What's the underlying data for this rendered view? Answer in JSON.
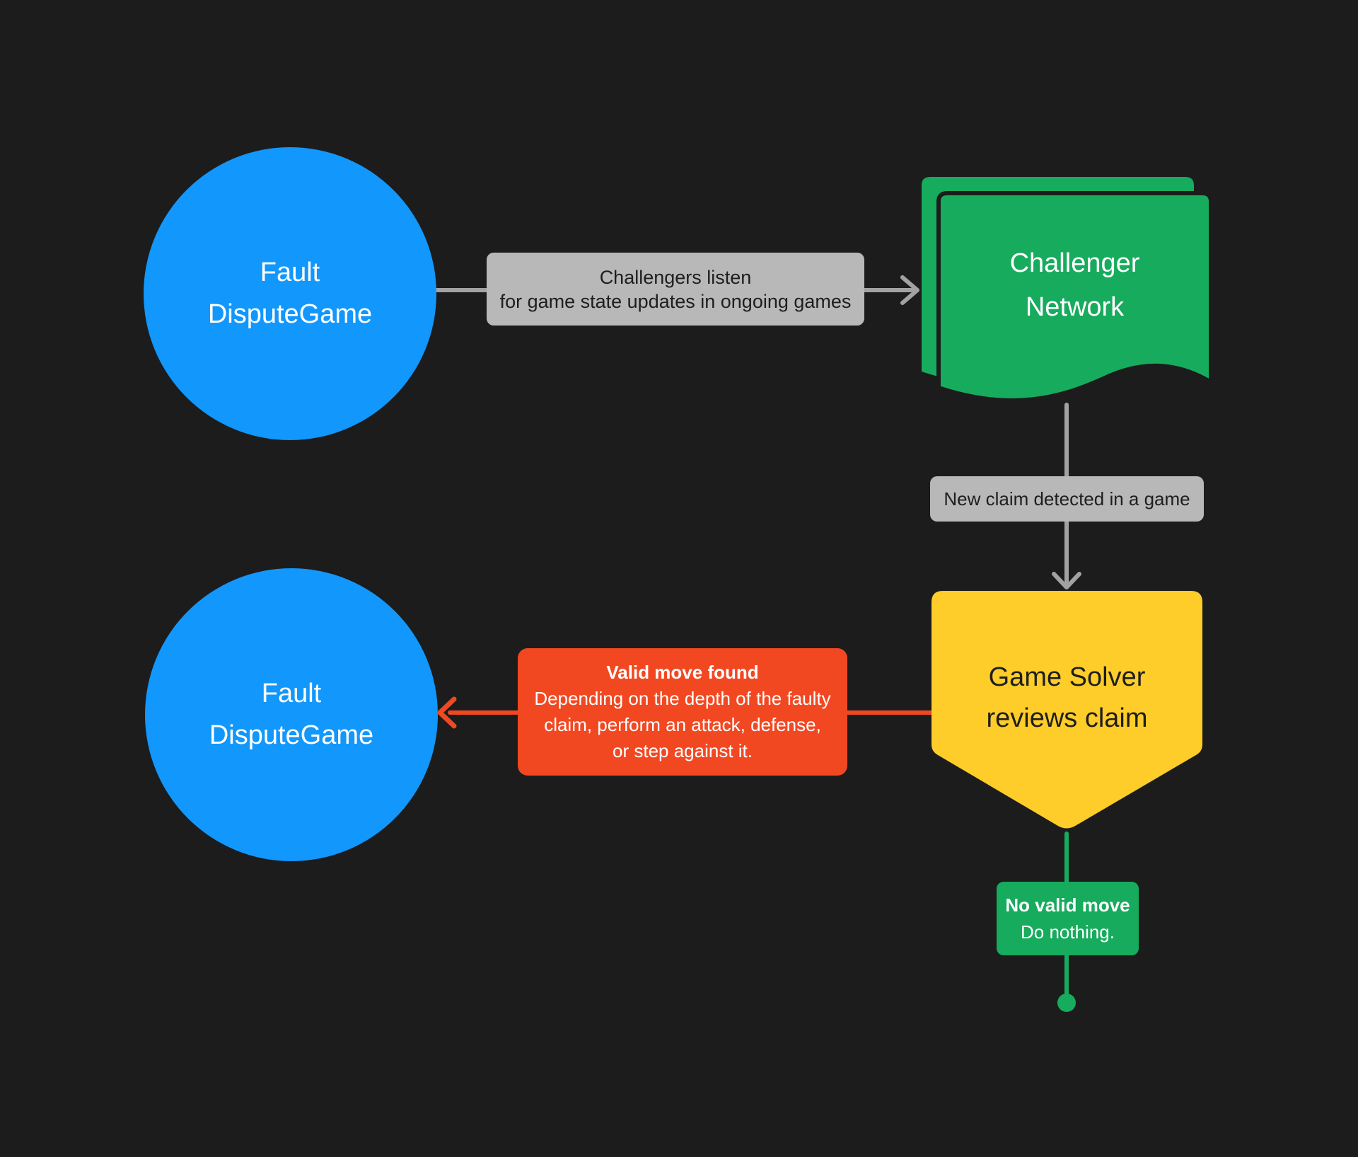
{
  "colors": {
    "background": "#1C1C1C",
    "node_blue": "#1297FC",
    "node_green": "#17AB5D",
    "node_yellow": "#FFCD29",
    "callout_red": "#F24822",
    "label_gray": "#B8B8B8",
    "arrow_gray": "#A2A2A2",
    "dark_text": "#1E1E1E",
    "white_text": "#FFFFFF"
  },
  "nodes": {
    "fault_dispute_game_top": {
      "line1": "Fault",
      "line2": "DisputeGame"
    },
    "challenger_network": {
      "line1": "Challenger",
      "line2": "Network"
    },
    "game_solver": {
      "line1": "Game Solver",
      "line2": "reviews claim"
    },
    "fault_dispute_game_bottom": {
      "line1": "Fault",
      "line2": "DisputeGame"
    }
  },
  "edges": {
    "challengers_listen": {
      "line1": "Challengers listen",
      "line2": "for game state updates in ongoing games"
    },
    "new_claim": {
      "label": "New claim detected in a game"
    },
    "valid_move": {
      "title": "Valid move found",
      "body_lines": [
        "Depending on the depth of the faulty",
        "claim, perform an attack, defense,",
        "or step against it."
      ]
    },
    "no_valid_move": {
      "title": "No valid move",
      "body": "Do nothing."
    }
  }
}
